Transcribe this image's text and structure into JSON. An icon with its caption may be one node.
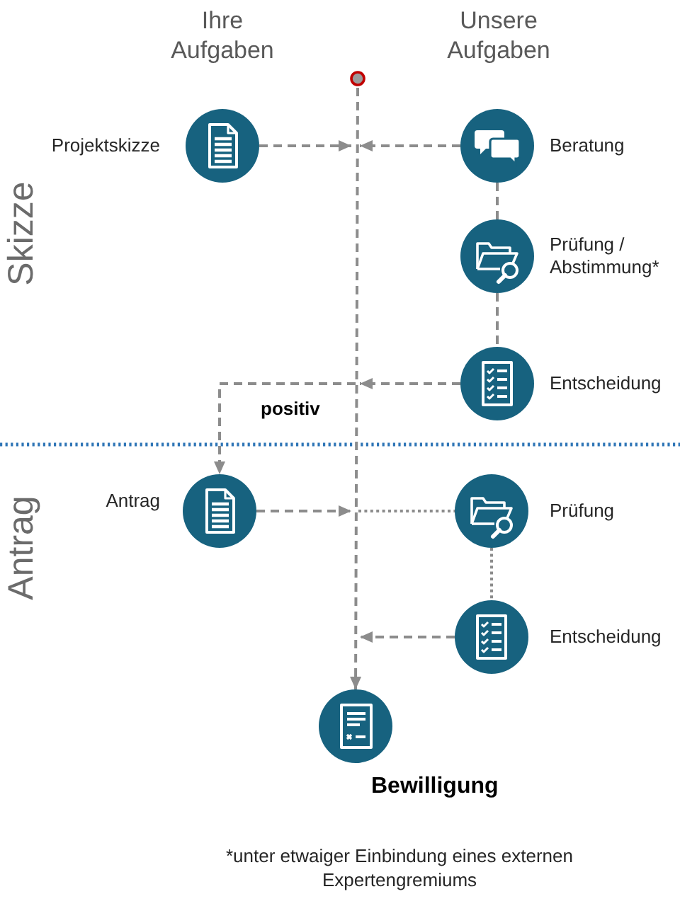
{
  "diagram": {
    "nodes": [
      {
        "text": [],
        "shape": "circle"
      },
      {
        "text": [
          "Projektskizze"
        ]
      },
      {
        "text": [
          "Beratung"
        ]
      },
      {
        "text": [
          "Prüfung / Abstimmung*"
        ]
      },
      {
        "text": [
          "Entscheidung"
        ]
      },
      {
        "text": [
          "Antrag"
        ]
      },
      {
        "text": [
          "Prüfung"
        ]
      },
      {
        "text": [
          "Entscheidung"
        ]
      },
      {
        "text": [
          "Bewilligung"
        ]
      }
    ],
    "edges": [
      {
        "from": 0,
        "to": 8,
        "arrow": "to",
        "style": "dashed"
      },
      {
        "from": 1,
        "to": null,
        "arrow": "to",
        "style": "dashed"
      },
      {
        "from": 2,
        "to": null,
        "arrow": "to",
        "style": "dashed"
      },
      {
        "from": 2,
        "to": 3,
        "arrow": "none",
        "style": "dashed"
      },
      {
        "from": 3,
        "to": 4,
        "arrow": "none",
        "style": "dashed"
      },
      {
        "from": 4,
        "to": null,
        "arrow": "to",
        "style": "dashed"
      },
      {
        "from": null,
        "to": 5,
        "arrow": "to",
        "style": "dashed",
        "label": "positiv"
      },
      {
        "from": 5,
        "to": null,
        "arrow": "to",
        "style": "dashed"
      },
      {
        "from": null,
        "to": 6,
        "arrow": "none"
      },
      {
        "from": 6,
        "to": 7,
        "arrow": "none"
      },
      {
        "from": 7,
        "to": null,
        "arrow": "to",
        "style": "dashed"
      }
    ],
    "labels": [
      "Ihre Aufgaben",
      "Unsere Aufgaben",
      "Skizze",
      "Antrag",
      "*unter etwaiger Einbindung eines externen Expertengremiums"
    ]
  }
}
